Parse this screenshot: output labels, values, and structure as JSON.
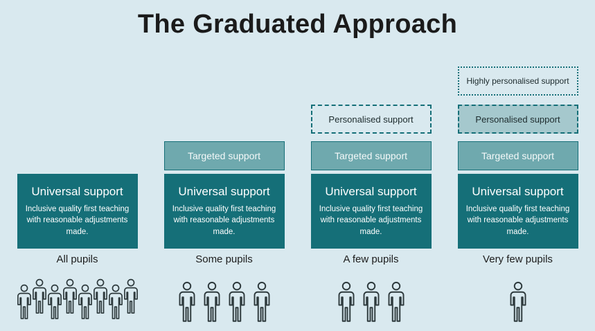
{
  "title": "The Graduated Approach",
  "labels": {
    "universal_title": "Universal support",
    "universal_subtitle": "Inclusive quality first teaching with reasonable adjustments made.",
    "targeted": "Targeted support",
    "personalised": "Personalised support",
    "highly_personalised": "Highly personalised support"
  },
  "columns": [
    {
      "pupils_label": "All pupils",
      "people_count": 8,
      "tiers": [
        "universal"
      ]
    },
    {
      "pupils_label": "Some pupils",
      "people_count": 4,
      "tiers": [
        "targeted",
        "universal"
      ]
    },
    {
      "pupils_label": "A few pupils",
      "people_count": 3,
      "tiers": [
        "personalised",
        "targeted",
        "universal"
      ]
    },
    {
      "pupils_label": "Very few pupils",
      "people_count": 1,
      "tiers": [
        "highly_personalised",
        "personalised",
        "targeted",
        "universal"
      ]
    }
  ],
  "colors": {
    "page_bg": "#d9e9ef",
    "universal_bg": "#156f78",
    "targeted_bg": "#6fa9ae",
    "teal_border": "#156f78",
    "personalised_fill": "#a5c8cd"
  }
}
